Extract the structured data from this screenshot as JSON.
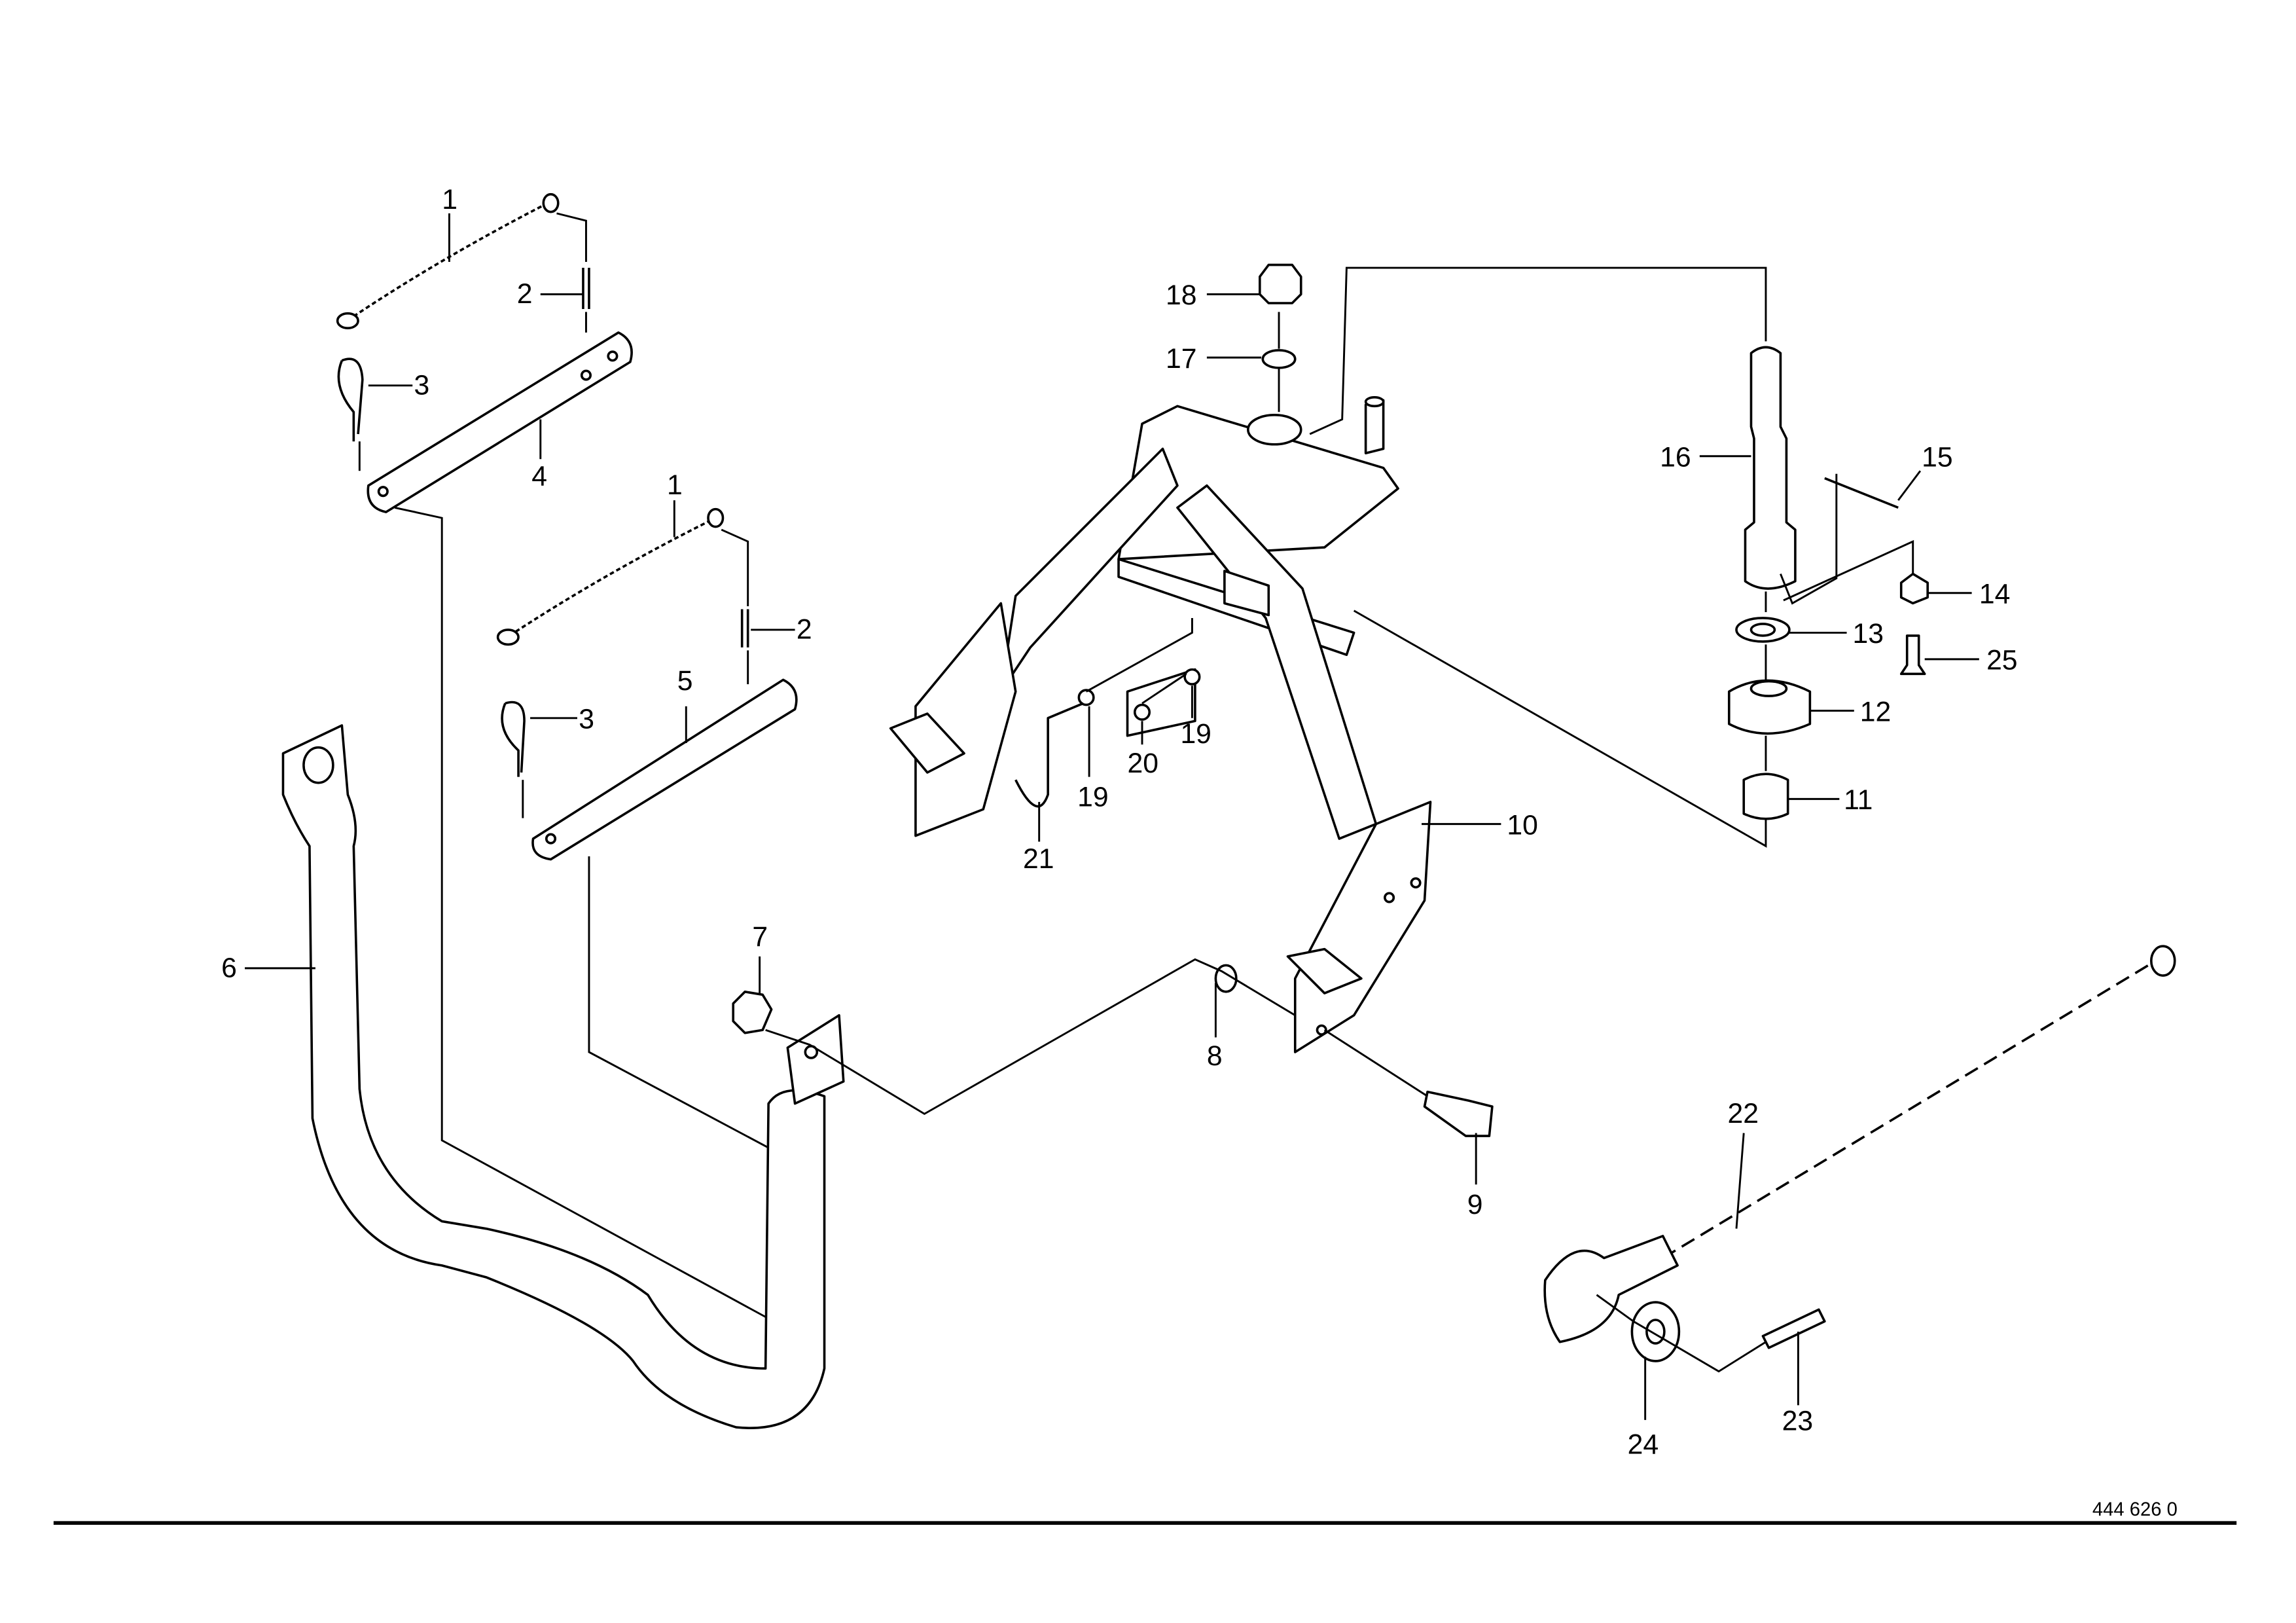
{
  "drawing_number": "444 626 0",
  "labels": {
    "l1a": "1",
    "l2a": "2",
    "l3a": "3",
    "l4": "4",
    "l1b": "1",
    "l2b": "2",
    "l3b": "3",
    "l5": "5",
    "l6": "6",
    "l7": "7",
    "l8": "8",
    "l9": "9",
    "l10": "10",
    "l11": "11",
    "l12": "12",
    "l13": "13",
    "l14": "14",
    "l15": "15",
    "l16": "16",
    "l17": "17",
    "l18": "18",
    "l19a": "19",
    "l19b": "19",
    "l20": "20",
    "l21": "21",
    "l22": "22",
    "l23": "23",
    "l24": "24",
    "l25": "25"
  }
}
